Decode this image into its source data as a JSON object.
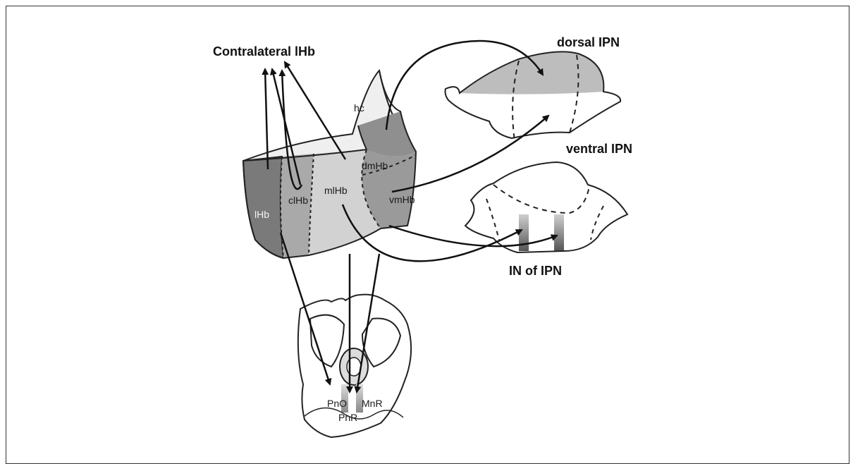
{
  "labels": {
    "contralateral": "Contralateral  lHb",
    "dorsal_ipn": "dorsal IPN",
    "ventral_ipn": "ventral IPN",
    "in_of_ipn": "IN of IPN",
    "hc": "hc",
    "dmhb": "dmHb",
    "lhb": "lHb",
    "clhb": "clHb",
    "mlhb": "mlHb",
    "vmhb": "vmHb",
    "pno": "PnO",
    "mnr": "MnR",
    "pnr": "PnR"
  }
}
